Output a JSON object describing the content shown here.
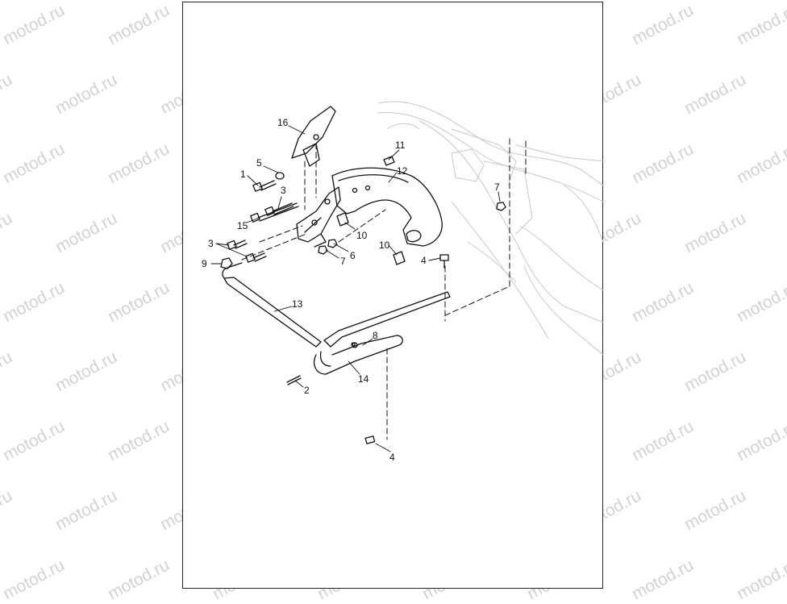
{
  "watermark": {
    "text": "motod.ru",
    "color": "#d2d2d2"
  },
  "callouts": [
    {
      "id": "c16",
      "label": "16"
    },
    {
      "id": "c5",
      "label": "5"
    },
    {
      "id": "c1",
      "label": "1"
    },
    {
      "id": "c3a",
      "label": "3"
    },
    {
      "id": "c15",
      "label": "15"
    },
    {
      "id": "c3b",
      "label": "3"
    },
    {
      "id": "c9",
      "label": "9"
    },
    {
      "id": "c11",
      "label": "11"
    },
    {
      "id": "c12",
      "label": "12"
    },
    {
      "id": "c10a",
      "label": "10"
    },
    {
      "id": "c6",
      "label": "6"
    },
    {
      "id": "c7a",
      "label": "7"
    },
    {
      "id": "c10b",
      "label": "10"
    },
    {
      "id": "c4a",
      "label": "4"
    },
    {
      "id": "c7b",
      "label": "7"
    },
    {
      "id": "c13",
      "label": "13"
    },
    {
      "id": "c8",
      "label": "8"
    },
    {
      "id": "c14",
      "label": "14"
    },
    {
      "id": "c2",
      "label": "2"
    },
    {
      "id": "c4b",
      "label": "4"
    }
  ]
}
